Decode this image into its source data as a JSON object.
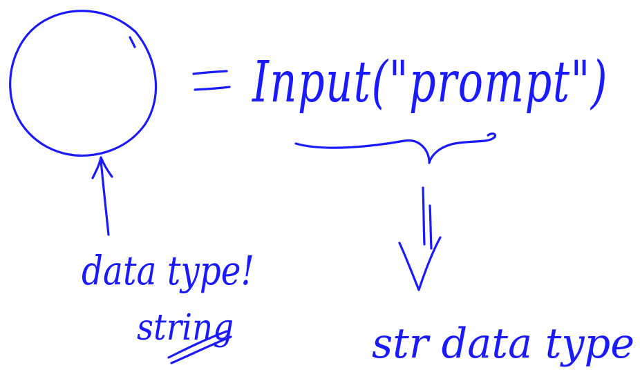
{
  "ink_color": "#1a1aff",
  "background": "#ffffff",
  "equation": {
    "equals": "=",
    "function_call": "Input(\"prompt\")"
  },
  "variable_annotation": {
    "line1": "data type!",
    "line2": "string"
  },
  "result_annotation": "str data type"
}
